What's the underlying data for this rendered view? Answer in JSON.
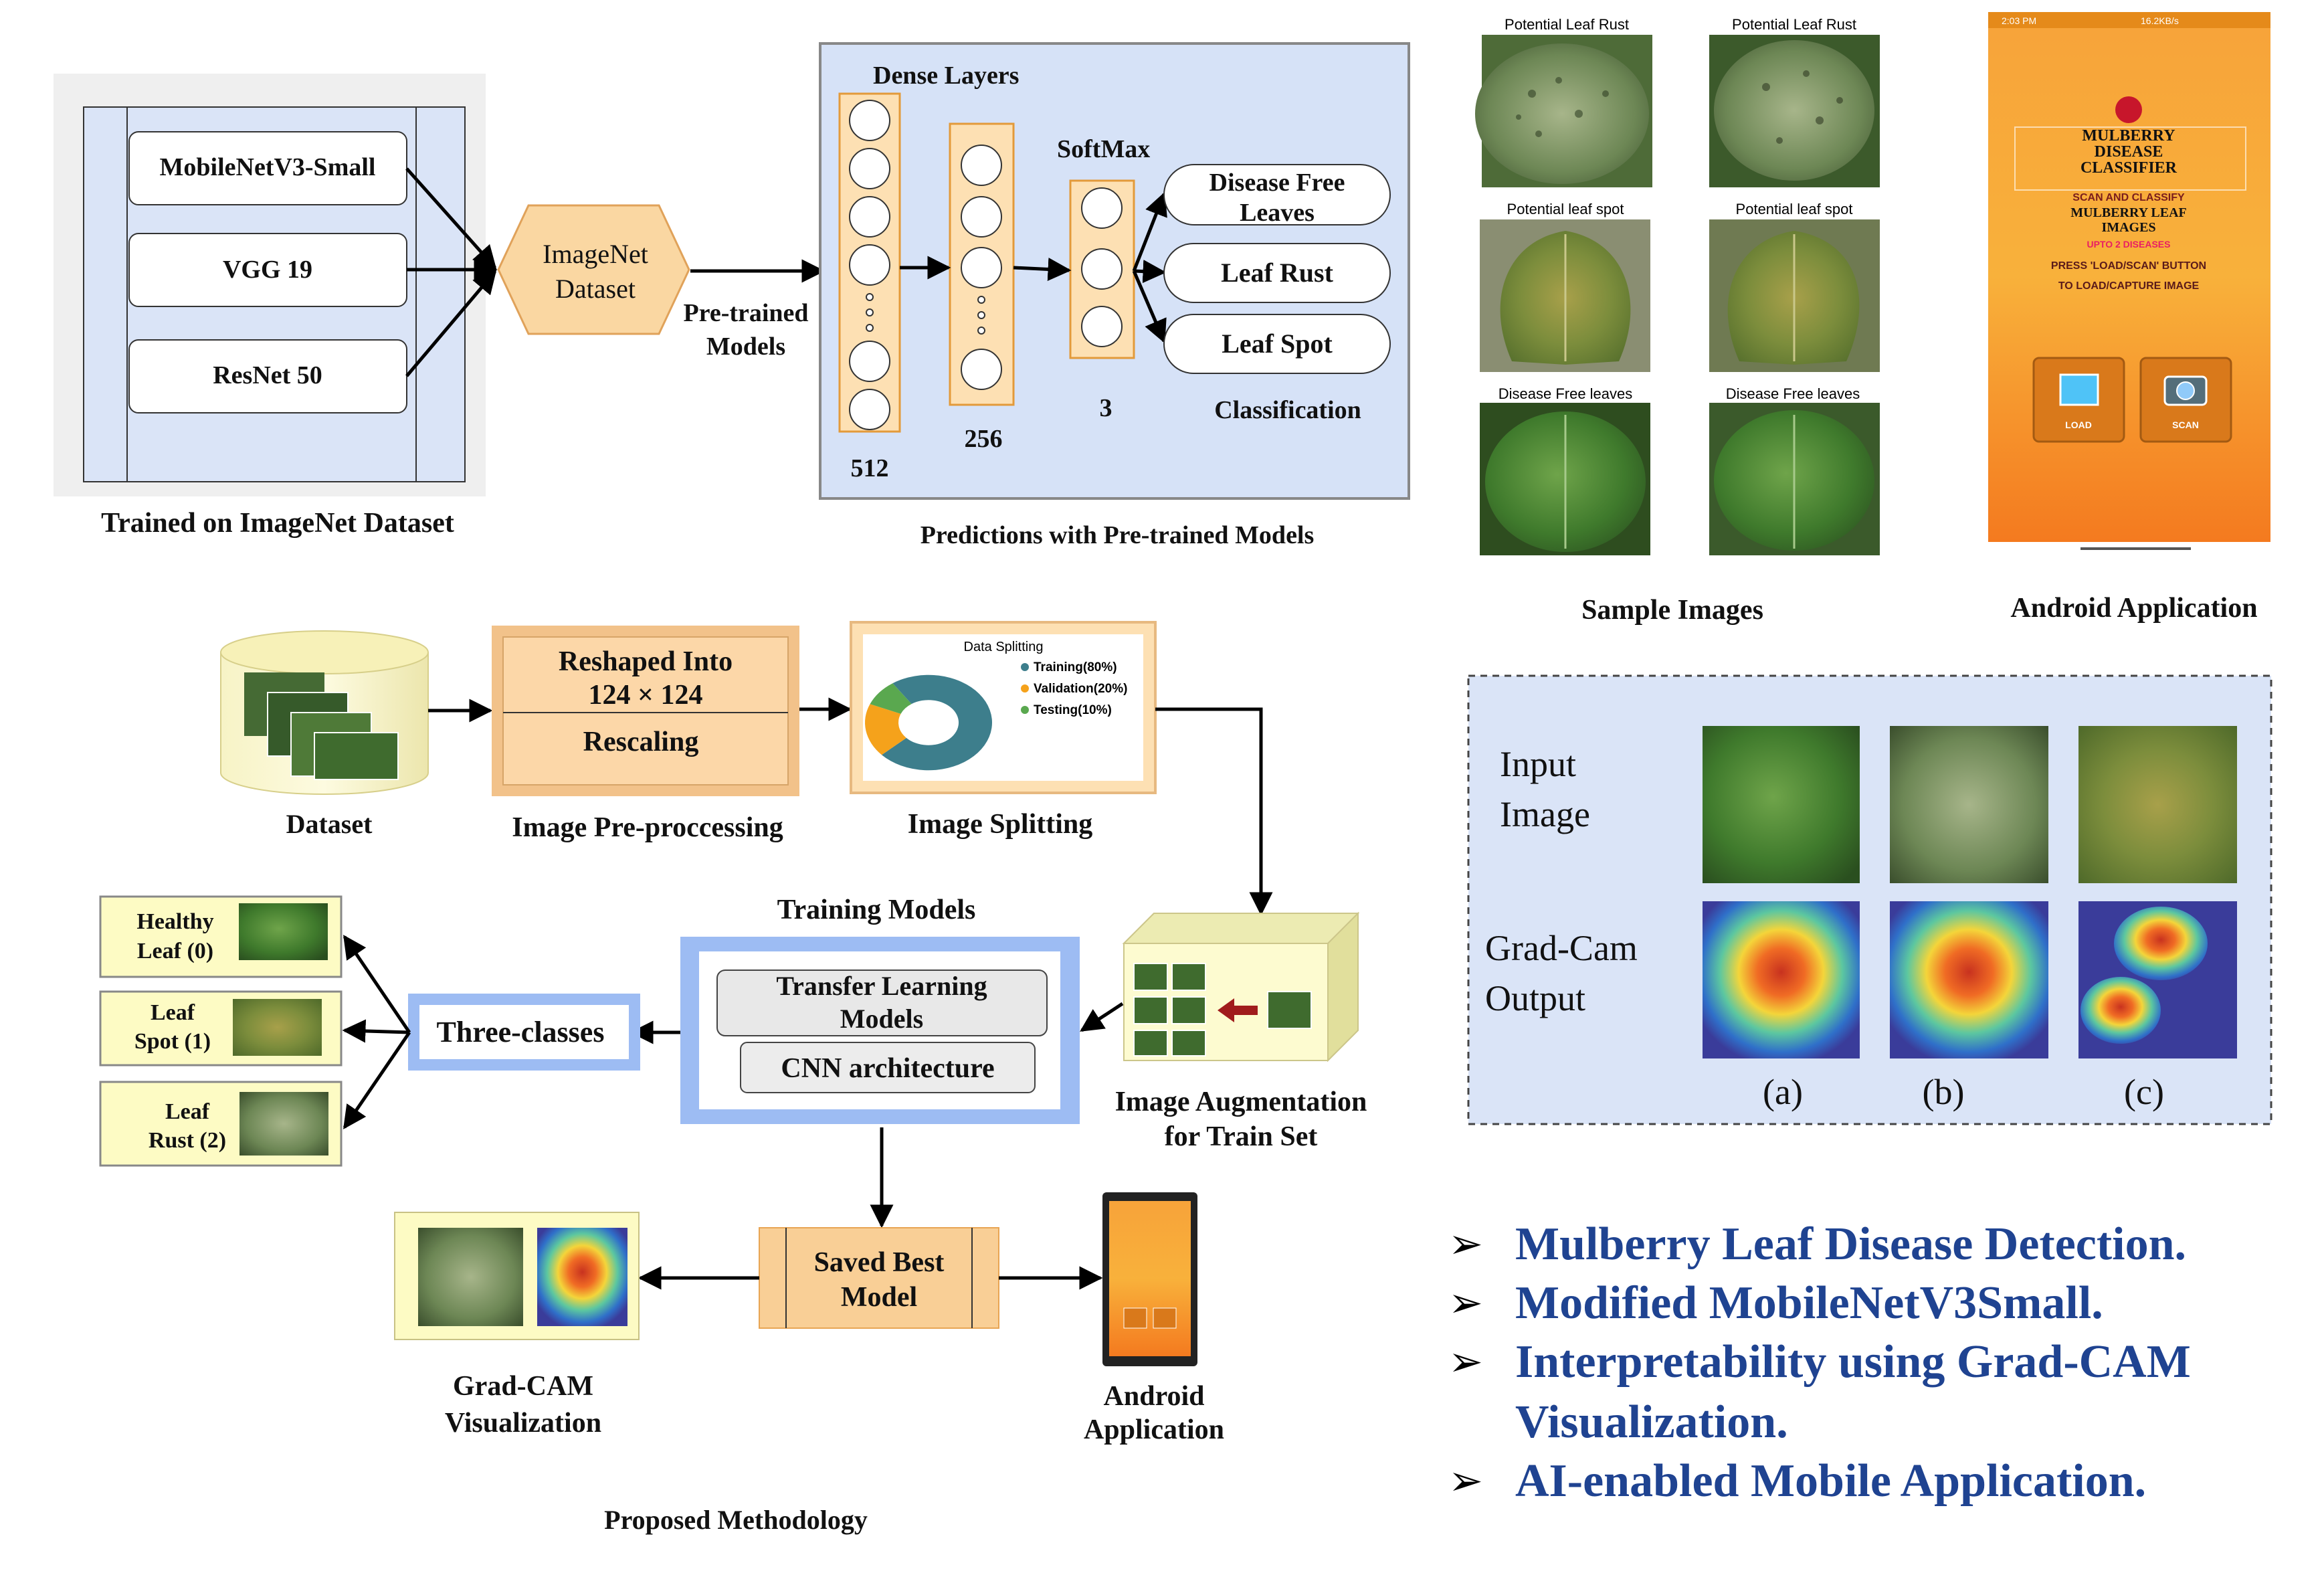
{
  "top_left": {
    "models": [
      "MobileNetV3-Small",
      "VGG 19",
      "ResNet 50"
    ],
    "caption": "Trained on ImageNet Dataset",
    "imagenet_line1": "ImageNet",
    "imagenet_line2": "Dataset",
    "pretrained_line1": "Pre-trained",
    "pretrained_line2": "Models"
  },
  "dense": {
    "title": "Dense Layers",
    "softmax": "SoftMax",
    "n512": "512",
    "n256": "256",
    "n3": "3",
    "classes": [
      {
        "line1": "Disease Free",
        "line2": "Leaves"
      },
      {
        "line1": "Leaf Rust",
        "line2": ""
      },
      {
        "line1": "Leaf Spot",
        "line2": ""
      }
    ],
    "classification": "Classification",
    "caption": "Predictions with Pre-trained Models"
  },
  "samples": {
    "labels": [
      "Potential Leaf Rust",
      "Potential Leaf Rust",
      "Potential leaf spot",
      "Potential leaf spot",
      "Disease Free leaves",
      "Disease Free leaves"
    ],
    "caption": "Sample Images"
  },
  "android": {
    "status_time": "2:03 PM",
    "status_speed": "16.2KB/s",
    "title1": "MULBERRY",
    "title2": "DISEASE",
    "title3": "CLASSIFIER",
    "sub1": "SCAN AND CLASSIFY",
    "sub2": "MULBERRY LEAF",
    "sub3": "IMAGES",
    "sub4": "UPTO 2 DISEASES",
    "sub5": "PRESS 'LOAD/SCAN' BUTTON",
    "sub6": "TO LOAD/CAPTURE IMAGE",
    "load": "LOAD",
    "scan": "SCAN",
    "caption": "Android Application"
  },
  "pipeline": {
    "dataset": "Dataset",
    "reshape1": "Reshaped Into",
    "reshape2": "124 × 124",
    "rescaling": "Rescaling",
    "preproc": "Image Pre-proccessing",
    "split_title": "Data Splitting",
    "split_legend": [
      "Training(80%)",
      "Validation(20%)",
      "Testing(10%)"
    ],
    "splitting": "Image Splitting",
    "training_models": "Training Models",
    "tl1": "Transfer Learning",
    "tl2": "Models",
    "cnn": "CNN architecture",
    "aug1": "Image Augmentation",
    "aug2": "for Train Set",
    "three_classes": "Three-classes",
    "healthy1": "Healthy",
    "healthy2": "Leaf (0)",
    "spot1": "Leaf",
    "spot2": "Spot (1)",
    "rust1": "Leaf",
    "rust2": "Rust (2)",
    "saved1": "Saved Best",
    "saved2": "Model",
    "gradcam1": "Grad-CAM",
    "gradcam2": "Visualization",
    "android1": "Android",
    "android2": "Application",
    "caption": "Proposed Methodology"
  },
  "gradcam_panel": {
    "input1": "Input",
    "input2": "Image",
    "out1": "Grad-Cam",
    "out2": "Output",
    "labels": [
      "(a)",
      "(b)",
      "(c)"
    ]
  },
  "highlights": {
    "bullet": "➢",
    "items": [
      "Mulberry Leaf Disease Detection.",
      "Modified MobileNetV3Small.",
      "Interpretability using Grad-CAM",
      "Visualization.",
      "AI-enabled Mobile Application."
    ]
  },
  "colors": {
    "panel_blue": "#dae4f7",
    "node_fill": "#fde0b3",
    "node_stroke": "#e39a3a",
    "box_orange": "#f9cf96",
    "note_yellow": "#fdfbc4",
    "accent_blue": "#1f4391",
    "app_orange": "#f7941d"
  },
  "chart_data": {
    "type": "pie",
    "title": "Data Splitting",
    "categories": [
      "Training(80%)",
      "Validation(20%)",
      "Testing(10%)"
    ],
    "values": [
      80,
      20,
      10
    ],
    "colors": [
      "#3d7e8c",
      "#f5a21b",
      "#5aa84f"
    ]
  }
}
